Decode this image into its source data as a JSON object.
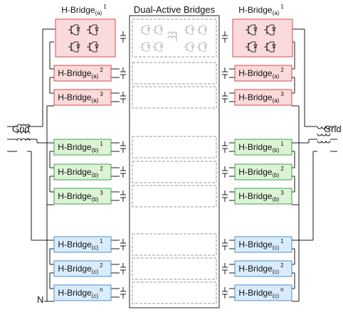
{
  "title": "Dual-Active Bridges",
  "grid_label": "Grid",
  "neutral_label": "N",
  "hbridge_base": "H-Bridge",
  "top_left_label": {
    "sub": "(a)",
    "sup": "1"
  },
  "top_right_label": {
    "sub": "(a)",
    "sup": "1"
  },
  "phases": [
    {
      "name": "a",
      "fill": "#fadada",
      "stroke": "#d84a4a",
      "rows": [
        {
          "sub": "(a)",
          "sup": "2"
        },
        {
          "sub": "(a)",
          "sup": "3"
        }
      ]
    },
    {
      "name": "b",
      "fill": "#dcf3d6",
      "stroke": "#3fa34d",
      "rows": [
        {
          "sub": "(b)",
          "sup": "1"
        },
        {
          "sub": "(b)",
          "sup": "2"
        },
        {
          "sub": "(b)",
          "sup": "3"
        }
      ]
    },
    {
      "name": "c",
      "fill": "#d9ecfb",
      "stroke": "#4c8fcf",
      "rows": [
        {
          "sub": "(c)",
          "sup": "1"
        },
        {
          "sub": "(c)",
          "sup": "2"
        },
        {
          "sub": "(c)",
          "sup": "n"
        }
      ]
    }
  ],
  "colors": {
    "line": "#1a1a1a",
    "dashed": "#9a9a9a",
    "switch_top": "#1a1a1a",
    "switch_dab": "#b0b0b0"
  }
}
